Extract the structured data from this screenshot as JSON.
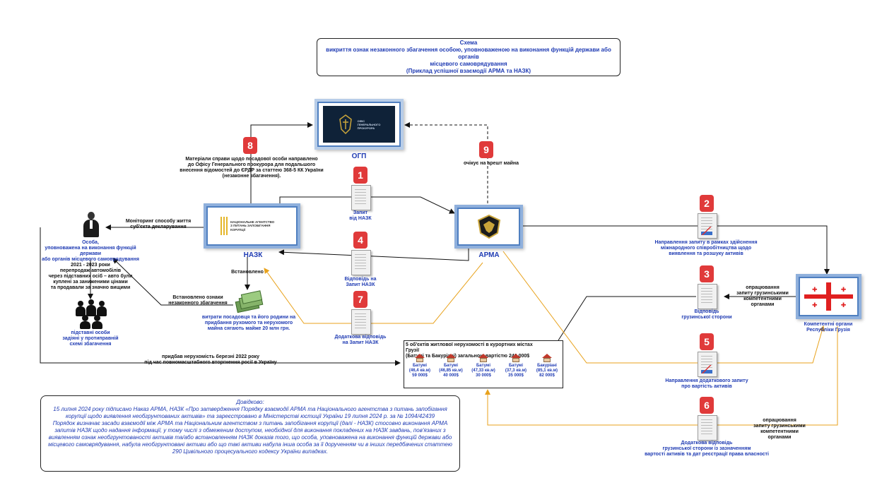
{
  "title": {
    "line1": "Схема",
    "line2": "викриття ознак незаконного збагачення особою, уповноваженою на виконання функцій держави або органів",
    "line3": "місцевого самоврядування",
    "line4": "(Приклад успішної взаємодії АРМА та НАЗК)"
  },
  "orgs": {
    "ogp": {
      "name": "ОГП",
      "logo_line1": "ОФІС",
      "logo_line2": "ГЕНЕРАЛЬНОГО",
      "logo_line3": "ПРОКУРОРА"
    },
    "nazk": {
      "name": "НАЗК",
      "logo_line1": "НАЦІОНАЛЬНЕ АГЕНТСТВО",
      "logo_line2": "З ПИТАНЬ ЗАПОБІГАННЯ",
      "logo_line3": "КОРУПЦІЇ"
    },
    "arma": {
      "name": "АРМА"
    },
    "georgia": {
      "name_line1": "Компетентні органи",
      "name_line2": "Республіки Грузія"
    }
  },
  "steps": {
    "s1": {
      "num": "1",
      "line1": "Запит",
      "line2": "від НАЗК"
    },
    "s2": {
      "num": "2",
      "line1": "Направлення запиту в рамках здійснення",
      "line2": "міжнародного співробітництва щодо",
      "line3": "виявлення та розшуку активів"
    },
    "s3": {
      "num": "3",
      "line1": "Відповідь",
      "line2": "грузинської сторони"
    },
    "s4": {
      "num": "4",
      "line1": "Відповідь на",
      "line2": "Запит НАЗК"
    },
    "s5": {
      "num": "5",
      "line1": "Направлення додаткового запиту",
      "line2": "про вартість активів"
    },
    "s6": {
      "num": "6",
      "line1": "Додаткова відповідь",
      "line2": "грузинської сторони із зазначенням",
      "line3": "вартості активів та дат реєстрації права власності"
    },
    "s7": {
      "num": "7",
      "line1": "Додаткова відповідь",
      "line2": "на Запит НАЗК"
    },
    "s8": {
      "num": "8",
      "line1": "Матеріали справи щодо посадової особи направлено",
      "line2": "до Офісу Генерального прокурора для подальшого",
      "line3": "внесення відомостей до ЄРДР за статтею 368-5 КК України",
      "line4": "(незаконне збагачення)."
    },
    "s9": {
      "num": "9",
      "line1": "очікує на арешт майна"
    }
  },
  "labels": {
    "monitoring_line1": "Моніторинг способу життя",
    "monitoring_line2": "суб'єкта декларування",
    "person_line1": "Особа,",
    "person_line2": "уповноважена на виконання функцій держави",
    "person_line3": "або органів місцевого самоврядування",
    "resale_line1": "2021 - 2023 роки",
    "resale_line2": "перепродаж автомобілів",
    "resale_line3": "через підставних осіб – авто були",
    "resale_line4": "куплені за заниженими цінами",
    "resale_line5": "та продавали за значно вищими",
    "proxies_line1": "підставні особи",
    "proxies_line2": "задіяні у протиправній",
    "proxies_line3": "схемі збагачення",
    "established": "Встановлено",
    "signs_line1": "Встановлено ознаки",
    "signs_line2": "незаконного збагачення",
    "expenses_line1": "витрати посадовця та його родини на",
    "expenses_line2": "придбання рухомого та нерухомого",
    "expenses_line3": "майна сягають майже 20 млн грн.",
    "purchase_line1": "придбав нерухомість березні 2022 року",
    "purchase_line2": "під час повномасштабного вторгнення росії в Україну",
    "georgia_proc1_line1": "опрацювання",
    "georgia_proc1_line2": "запиту грузинськими",
    "georgia_proc1_line3": "компетентними органами",
    "georgia_proc2_line1": "опрацювання",
    "georgia_proc2_line2": "запиту грузинськими",
    "georgia_proc2_line3": "компетентними органами"
  },
  "properties": {
    "header_line1": "5 об'єктів житлової нерухомості в курортних містах Грузії",
    "header_line2": "(Батумі та Бакуріані) загальною вартістю 246 000$",
    "items": [
      {
        "city": "Батумі",
        "area": "(46,4 кв.м)",
        "price": "59 000$"
      },
      {
        "city": "Батумі",
        "area": "(46,85 кв.м)",
        "price": "40 000$"
      },
      {
        "city": "Батумі",
        "area": "(47,33 кв.м)",
        "price": "30 000$"
      },
      {
        "city": "Батумі",
        "area": "(37,3 кв.м)",
        "price": "35 000$"
      },
      {
        "city": "Бакуріані",
        "area": "(85,1 кв.м)",
        "price": "82 000$"
      }
    ]
  },
  "note": {
    "heading": "Довідково:",
    "p1": "15 липня 2024 року підписано Наказ АРМА, НАЗК «Про затвердження Порядку взаємодії АРМА та Національного агентства з питань запобігання корупції щодо виявлення необгрунтованих активів» та зареєстровано в Міністерстві юстиції України 19 липня 2024 р. за № 1094/42439",
    "p2": "Порядок визначає засади взаємодії між АРМА та Національним агентством з питань запобігання корупції (далі - НАЗК) стосовно виконання АРМА запитів НАЗК щодо надання інформації, у тому числі з обмеженим доступом, необхідної для виконання покладених на НАЗК завдань, пов'язаних з виявленням ознак необгрунтованості активів та/або встановленням НАЗК доказів того, що особа, уповноважена на виконання функцій держави або місцевого самоврядування, набула необгрунтовані активи або що такі активи набула інша особа за її дорученням чи в інших передбачених статтею 290 Цивільного процесуального кодексу України випадках."
  },
  "colors": {
    "blue_text": "#1f3bb3",
    "badge_red": "#e03a3a",
    "flow_orange": "#e8a21c",
    "frame_blue": "#8fb0dc",
    "ogp_navy": "#0f2238"
  }
}
